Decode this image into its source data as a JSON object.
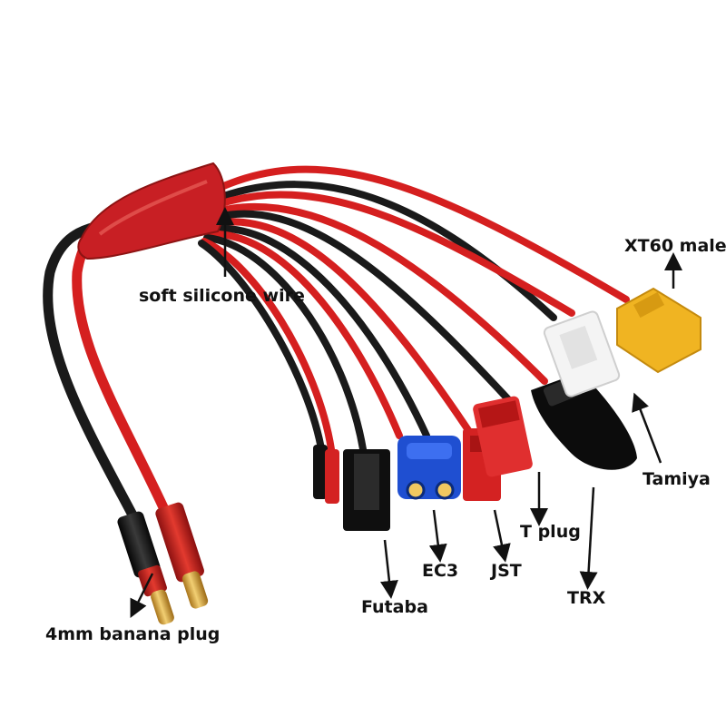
{
  "labels": {
    "soft_wire": "soft silicone wire",
    "xt60": "XT60 male",
    "tamiya": "Tamiya",
    "t_plug": "T plug",
    "trx": "TRX",
    "jst": "JST",
    "ec3": "EC3",
    "futaba": "Futaba",
    "banana": "4mm banana plug"
  },
  "colors": {
    "wire_red": "#d51f1f",
    "wire_black": "#1a1a1a",
    "sleeve": "#c81f24",
    "ec3_blue": "#1f4fd1",
    "brass": "#d7a93a",
    "xt60_yellow": "#f0b422",
    "tamiya_white": "#f4f4f4"
  }
}
